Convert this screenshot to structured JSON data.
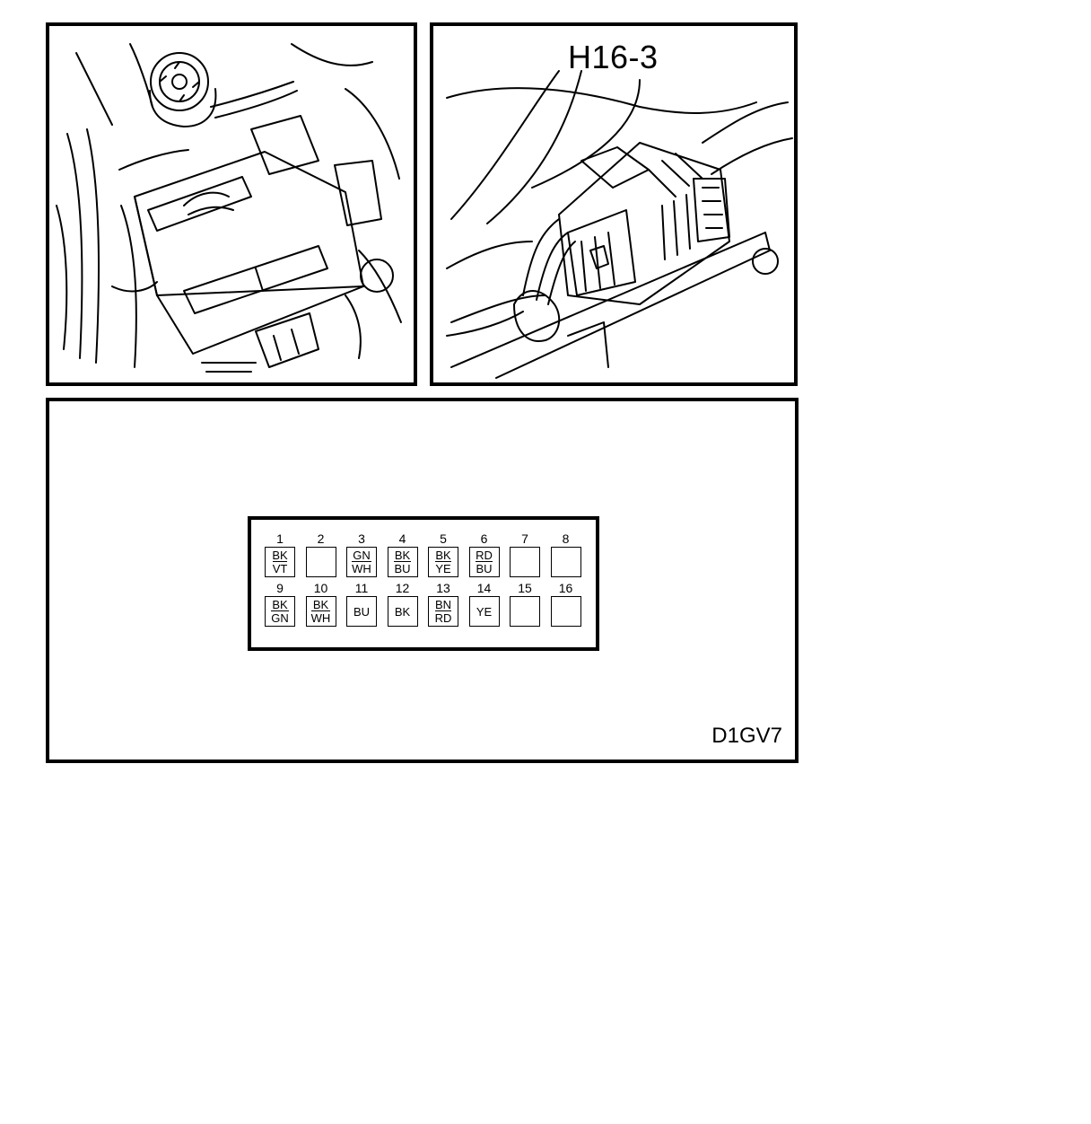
{
  "connector_label": "H16-3",
  "diagram_code": "D1GV7",
  "pins": [
    {
      "number": "1",
      "color1": "BK",
      "color2": "VT"
    },
    {
      "number": "2",
      "color1": "",
      "color2": ""
    },
    {
      "number": "3",
      "color1": "GN",
      "color2": "WH"
    },
    {
      "number": "4",
      "color1": "BK",
      "color2": "BU"
    },
    {
      "number": "5",
      "color1": "BK",
      "color2": "YE"
    },
    {
      "number": "6",
      "color1": "RD",
      "color2": "BU"
    },
    {
      "number": "7",
      "color1": "",
      "color2": ""
    },
    {
      "number": "8",
      "color1": "",
      "color2": ""
    },
    {
      "number": "9",
      "color1": "BK",
      "color2": "GN"
    },
    {
      "number": "10",
      "color1": "BK",
      "color2": "WH"
    },
    {
      "number": "11",
      "color1": "BU",
      "color2": ""
    },
    {
      "number": "12",
      "color1": "BK",
      "color2": ""
    },
    {
      "number": "13",
      "color1": "BN",
      "color2": "RD"
    },
    {
      "number": "14",
      "color1": "YE",
      "color2": ""
    },
    {
      "number": "15",
      "color1": "",
      "color2": ""
    },
    {
      "number": "16",
      "color1": "",
      "color2": ""
    }
  ]
}
